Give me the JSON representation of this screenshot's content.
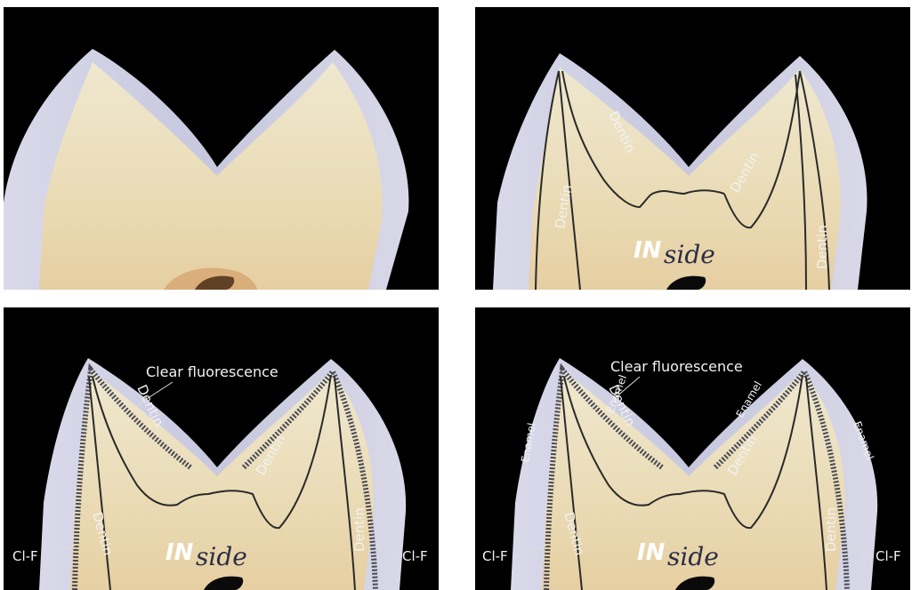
{
  "panels": [
    {
      "id": "top-left",
      "labels": {}
    },
    {
      "id": "top-right",
      "labels": {
        "dentin": "Dentin",
        "logo_in": "IN",
        "logo_side": "side"
      }
    },
    {
      "id": "bottom-left",
      "labels": {
        "dentin": "Dentin",
        "clear": "Clear fluorescence",
        "clf": "Cl-F",
        "logo_in": "IN",
        "logo_side": "side"
      }
    },
    {
      "id": "bottom-right",
      "labels": {
        "dentin": "Dentin",
        "clear": "Clear fluorescence",
        "clf": "Cl-F",
        "enamel": "Enamel",
        "logo_in": "IN",
        "logo_side": "side"
      }
    }
  ],
  "colors": {
    "background": "#000000",
    "enamel": "#c9c9dc",
    "dentin": "#e8dcb8",
    "outline": "#2a2a2a"
  }
}
